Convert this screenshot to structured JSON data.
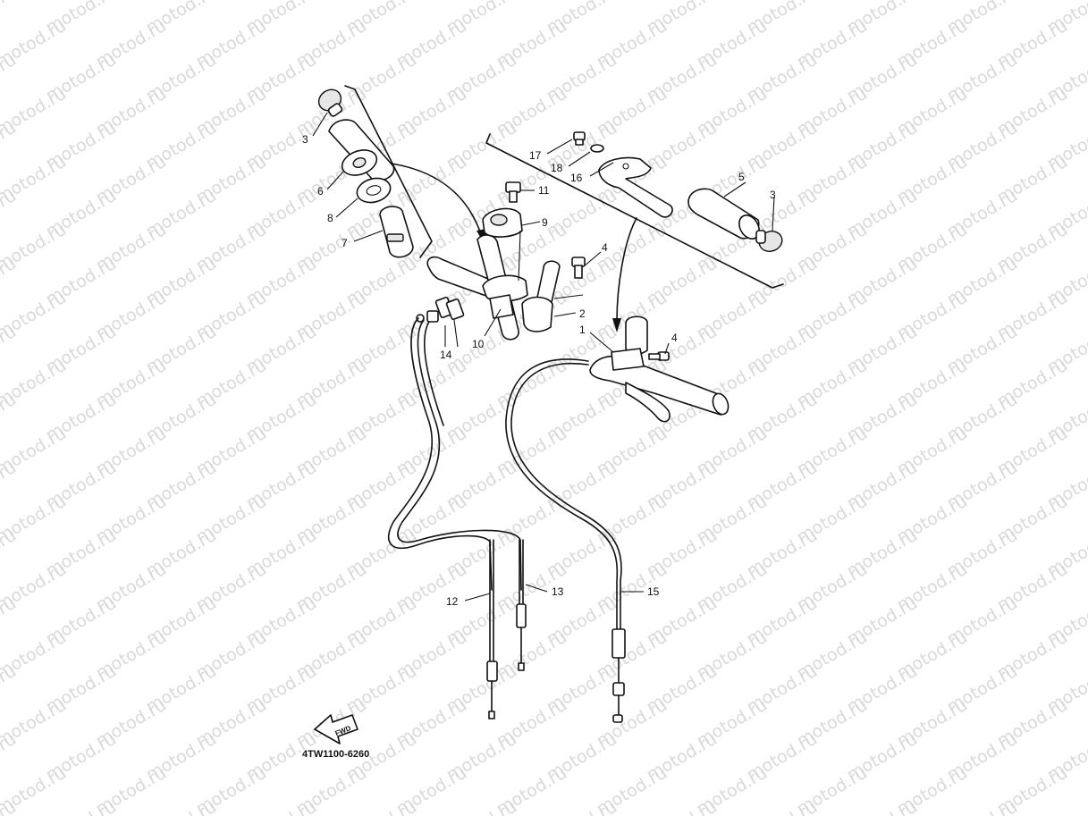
{
  "watermark": {
    "text": "motod.ru"
  },
  "callouts": [
    {
      "id": "c3a",
      "label": "3"
    },
    {
      "id": "c6",
      "label": "6"
    },
    {
      "id": "c8",
      "label": "8"
    },
    {
      "id": "c7",
      "label": "7"
    },
    {
      "id": "c11",
      "label": "11"
    },
    {
      "id": "c9",
      "label": "9"
    },
    {
      "id": "c4a",
      "label": "4"
    },
    {
      "id": "c2",
      "label": "2"
    },
    {
      "id": "c10",
      "label": "10"
    },
    {
      "id": "c14",
      "label": "14"
    },
    {
      "id": "c17",
      "label": "17"
    },
    {
      "id": "c18",
      "label": "18"
    },
    {
      "id": "c16",
      "label": "16"
    },
    {
      "id": "c5",
      "label": "5"
    },
    {
      "id": "c3b",
      "label": "3"
    },
    {
      "id": "c1",
      "label": "1"
    },
    {
      "id": "c4b",
      "label": "4"
    },
    {
      "id": "c12",
      "label": "12"
    },
    {
      "id": "c13",
      "label": "13"
    },
    {
      "id": "c15",
      "label": "15"
    }
  ],
  "fwd_label": "FWD",
  "diagram_code": "4TW1100-6260"
}
